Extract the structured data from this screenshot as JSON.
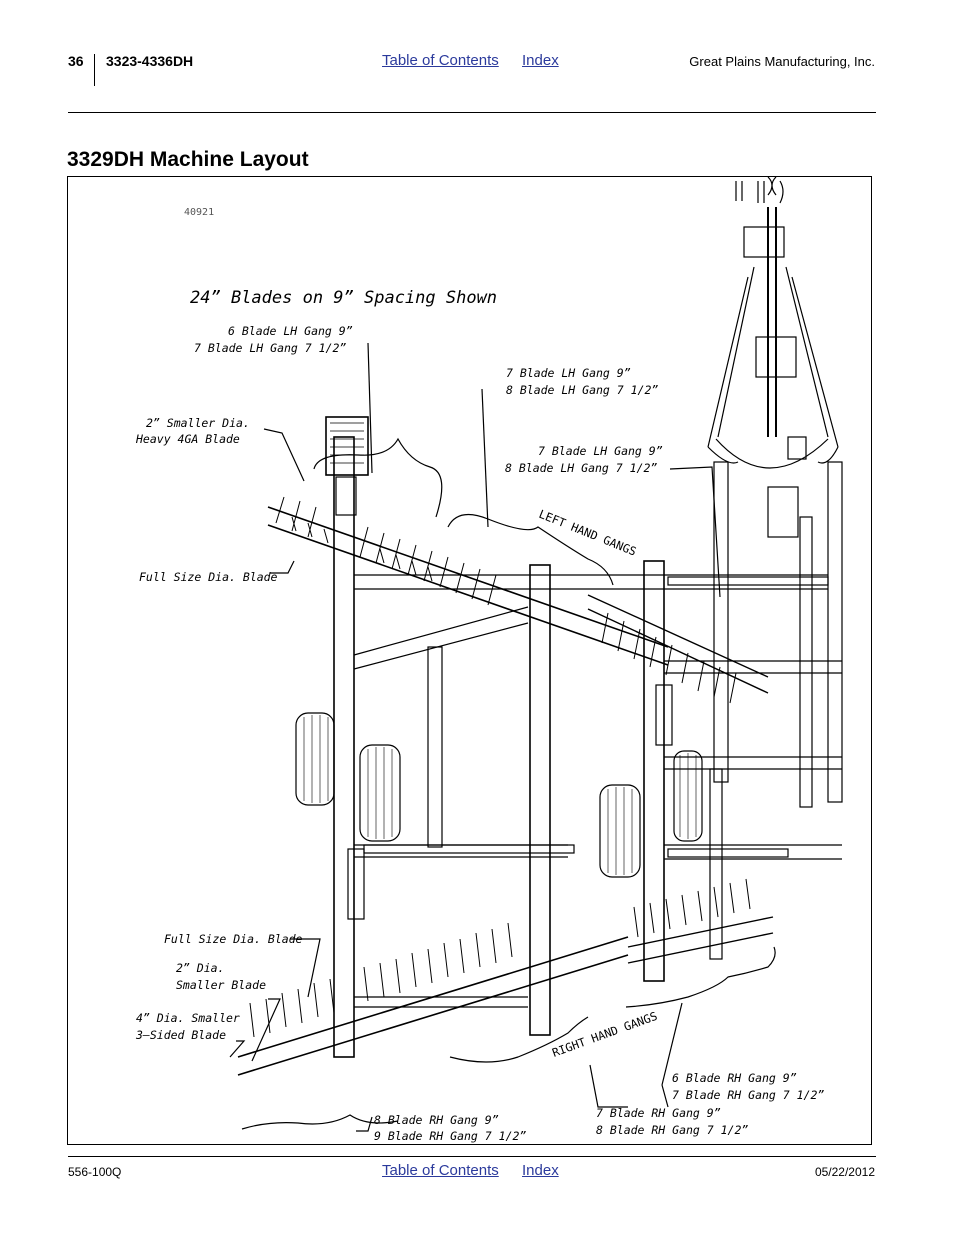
{
  "header": {
    "page_number": "36",
    "model": "3323-4336DH",
    "toc_link": "Table of Contents",
    "index_link": "Index",
    "company": "Great Plains Manufacturing, Inc."
  },
  "section_title": "3329DH Machine Layout",
  "figure": {
    "figure_id": "40921",
    "main_caption": "24”  Blades  on  9”  Spacing  Shown",
    "callouts": {
      "lh_6_line1": "6  Blade  LH  Gang  9”",
      "lh_6_line2": "7  Blade  LH  Gang  7 1/2”",
      "lh_7a_line1": "7  Blade  LH  Gang  9”",
      "lh_7a_line2": "8  Blade  LH  Gang  7 1/2”",
      "lh_7b_line1": "7  Blade  LH  Gang  9”",
      "lh_7b_line2": "8  Blade  LH  Gang  7 1/2”",
      "smaller_dia_line1": "2”  Smaller  Dia.",
      "smaller_dia_line2": "Heavy  4GA  Blade",
      "full_size_top": "Full  Size  Dia.  Blade",
      "left_hand_gangs": "LEFT  HAND  GANGS",
      "full_size_bottom": "Full  Size  Dia.  Blade",
      "two_dia_line1": "2”  Dia.",
      "two_dia_line2": "Smaller  Blade",
      "four_dia_line1": "4”  Dia.  Smaller",
      "four_dia_line2": "3—Sided  Blade",
      "right_hand_gangs": "RIGHT  HAND  GANGS",
      "rh_6_line1": "6  Blade  RH  Gang  9”",
      "rh_6_line2": "7  Blade  RH  Gang  7 1/2”",
      "rh_7_line1": "7  Blade  RH  Gang  9”",
      "rh_7_line2": "8  Blade  RH  Gang  7 1/2”",
      "rh_8_line1": "8  Blade  RH  Gang  9”",
      "rh_8_line2": "9  Blade  RH  Gang  7 1/2”"
    }
  },
  "footer": {
    "doc_number": "556-100Q",
    "toc_link": "Table of Contents",
    "index_link": "Index",
    "date": "05/22/2012"
  }
}
